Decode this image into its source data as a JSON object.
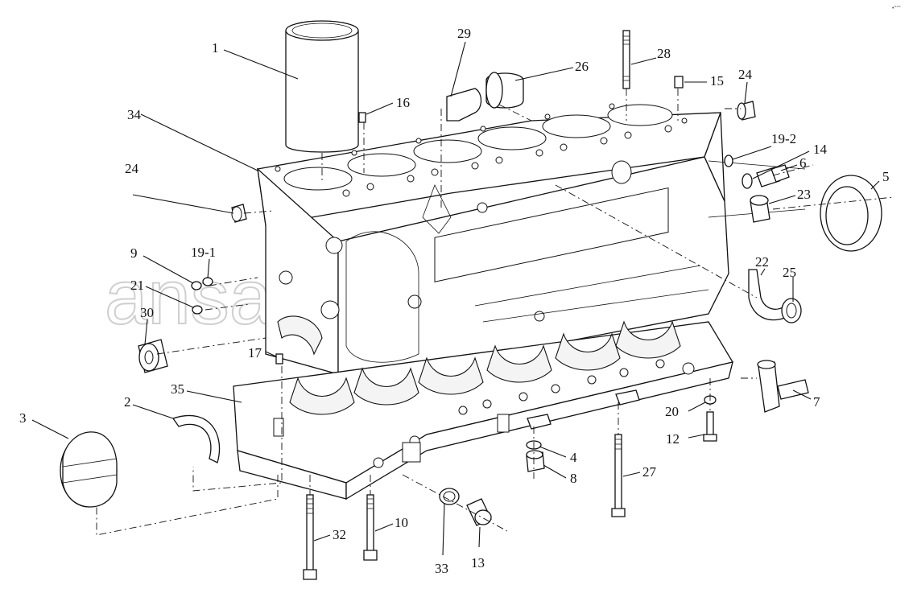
{
  "watermark": "ansat-parts.ru",
  "corner_mark": "•°°°",
  "callouts": [
    {
      "id": "1",
      "text": "1"
    },
    {
      "id": "2",
      "text": "2"
    },
    {
      "id": "3",
      "text": "3"
    },
    {
      "id": "4",
      "text": "4"
    },
    {
      "id": "5",
      "text": "5"
    },
    {
      "id": "6",
      "text": "6"
    },
    {
      "id": "7",
      "text": "7"
    },
    {
      "id": "8",
      "text": "8"
    },
    {
      "id": "9",
      "text": "9"
    },
    {
      "id": "10",
      "text": "10"
    },
    {
      "id": "12",
      "text": "12"
    },
    {
      "id": "13",
      "text": "13"
    },
    {
      "id": "14",
      "text": "14"
    },
    {
      "id": "15",
      "text": "15"
    },
    {
      "id": "16",
      "text": "16"
    },
    {
      "id": "17",
      "text": "17"
    },
    {
      "id": "19-1",
      "text": "19-1"
    },
    {
      "id": "19-2",
      "text": "19-2"
    },
    {
      "id": "20",
      "text": "20"
    },
    {
      "id": "21",
      "text": "21"
    },
    {
      "id": "22",
      "text": "22"
    },
    {
      "id": "23",
      "text": "23"
    },
    {
      "id": "24a",
      "text": "24"
    },
    {
      "id": "24b",
      "text": "24"
    },
    {
      "id": "25",
      "text": "25"
    },
    {
      "id": "26",
      "text": "26"
    },
    {
      "id": "27",
      "text": "27"
    },
    {
      "id": "28",
      "text": "28"
    },
    {
      "id": "29",
      "text": "29"
    },
    {
      "id": "30",
      "text": "30"
    },
    {
      "id": "32",
      "text": "32"
    },
    {
      "id": "33",
      "text": "33"
    },
    {
      "id": "34",
      "text": "34"
    },
    {
      "id": "35",
      "text": "35"
    }
  ]
}
